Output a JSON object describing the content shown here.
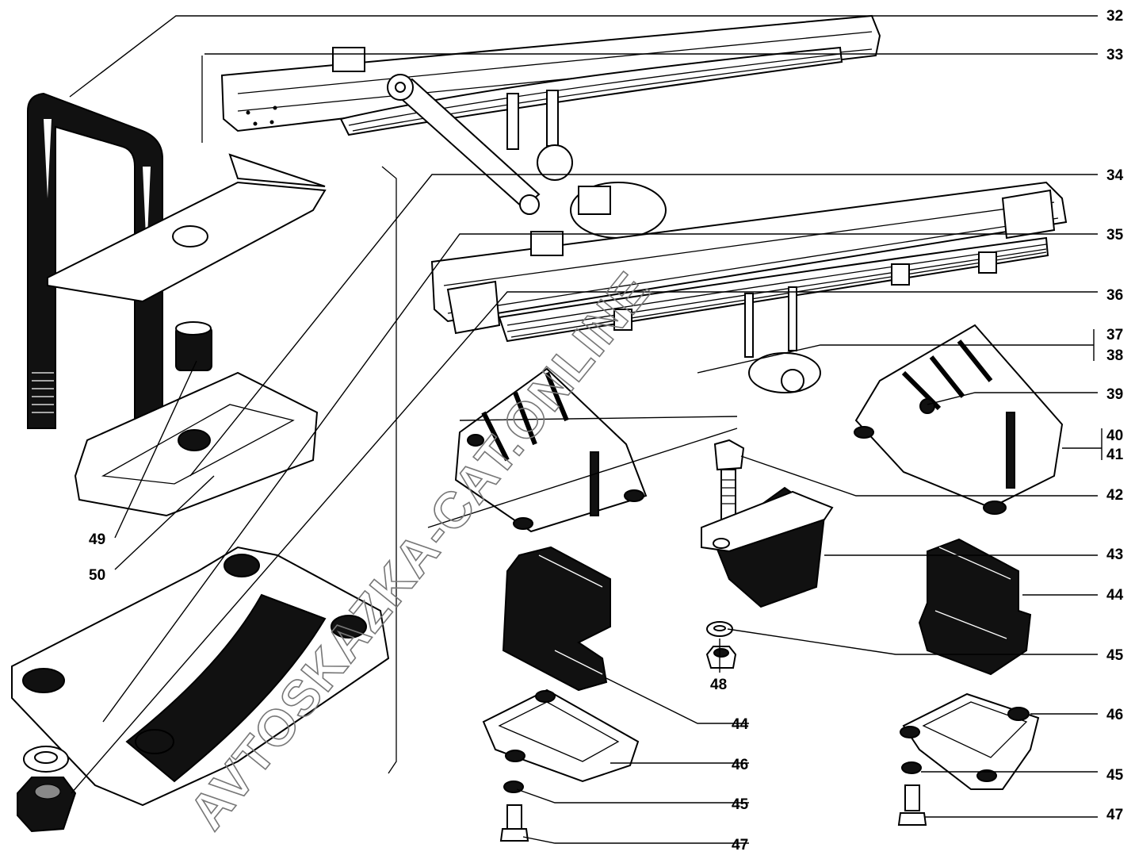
{
  "watermark": "AVTOSKAZKA-CAT.ONLINE",
  "callouts": {
    "c32": "32",
    "c33": "33",
    "c34": "34",
    "c35": "35",
    "c36": "36",
    "c37": "37",
    "c38": "38",
    "c39": "39",
    "c40": "40",
    "c41": "41",
    "c42": "42",
    "c43": "43",
    "c44a": "44",
    "c45a": "45",
    "c46a": "46",
    "c45b": "45",
    "c47a": "47",
    "c48": "48",
    "c44b": "44",
    "c46b": "46",
    "c45c": "45",
    "c47b": "47",
    "c49": "49",
    "c50": "50"
  }
}
